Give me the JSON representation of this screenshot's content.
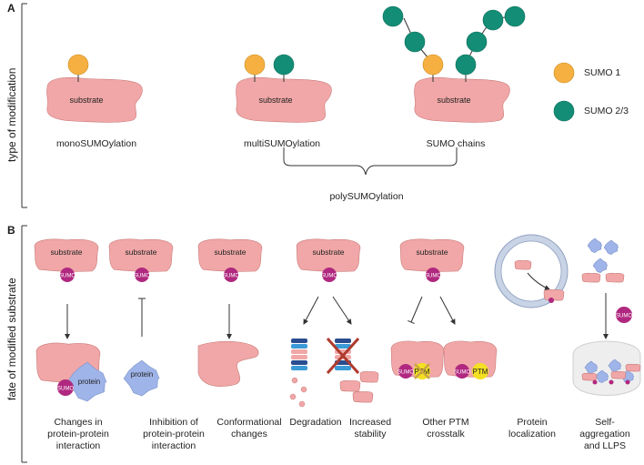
{
  "panel_a": {
    "letter": "A",
    "axis_label": "type of modification",
    "examples": [
      {
        "substrate": "substrate",
        "caption": "monoSUMOylation"
      },
      {
        "substrate": "substrate",
        "caption": "multiSUMOylation"
      },
      {
        "substrate": "substrate",
        "caption": "SUMO chains"
      }
    ],
    "bracket_caption": "polySUMOylation",
    "legend": [
      {
        "label": "SUMO 1",
        "color": "#f5b041"
      },
      {
        "label": "SUMO 2/3",
        "color": "#138d75"
      }
    ]
  },
  "panel_b": {
    "letter": "B",
    "axis_label": "fate of modified substrate",
    "sumo_tag": "SUMO",
    "substrate": "substrate",
    "protein": "protein",
    "ptm": "PTM",
    "captions": [
      "Changes in\nprotein-protein\ninteraction",
      "Inhibition of\nprotein-protein\ninteraction",
      "Conformational\nchanges",
      "Degradation",
      "Increased\nstability",
      "Other PTM\ncrosstalk",
      "Protein\nlocalization",
      "Self-\naggregation\nand LLPS"
    ]
  },
  "colors": {
    "substrate": "#f1a7a7",
    "substrate_stroke": "#c97a7a",
    "sumo1": "#f5b041",
    "sumo23": "#138d75",
    "sumo_tag": "#b0287f",
    "protein": "#9fb4e8",
    "ptm": "#f4e022"
  }
}
